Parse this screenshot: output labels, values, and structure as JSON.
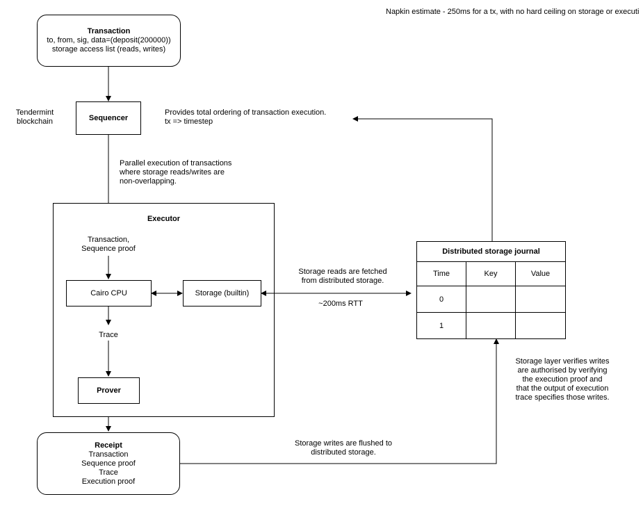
{
  "top_note": "Napkin estimate - 250ms for a tx, with no hard ceiling on storage or executi",
  "transaction": {
    "title": "Transaction",
    "line1": "to, from, sig, data=(deposit(200000))",
    "line2": "storage access list (reads, writes)"
  },
  "tendermint": {
    "line1": "Tendermint",
    "line2": "blockchain"
  },
  "sequencer": {
    "label": "Sequencer"
  },
  "ordering_note": {
    "line1": "Provides total ordering of transaction execution.",
    "line2": "tx => timestep"
  },
  "parallel_note": {
    "line1": "Parallel execution of transactions",
    "line2": "where storage reads/writes are",
    "line3": "non-overlapping."
  },
  "executor": {
    "title": "Executor",
    "input_line1": "Transaction,",
    "input_line2": "Sequence proof",
    "cairo_cpu": "Cairo CPU",
    "storage_builtin": "Storage (builtin)",
    "trace": "Trace",
    "prover": "Prover"
  },
  "reads_note": {
    "line1": "Storage reads are fetched",
    "line2": "from distributed storage.",
    "rtt": "~200ms RTT"
  },
  "journal": {
    "title": "Distributed storage journal",
    "headers": [
      "Time",
      "Key",
      "Value"
    ],
    "rows": [
      [
        "0",
        "",
        ""
      ],
      [
        "1",
        "",
        ""
      ]
    ]
  },
  "verify_note": {
    "line1": "Storage layer verifies writes",
    "line2": "are authorised by verifying",
    "line3": "the execution proof and",
    "line4": "that the output of execution",
    "line5": "trace specifies those writes."
  },
  "receipt": {
    "title": "Receipt",
    "line1": "Transaction",
    "line2": "Sequence proof",
    "line3": "Trace",
    "line4": "Execution proof"
  },
  "writes_note": {
    "line1": "Storage writes are flushed to",
    "line2": "distributed storage."
  }
}
